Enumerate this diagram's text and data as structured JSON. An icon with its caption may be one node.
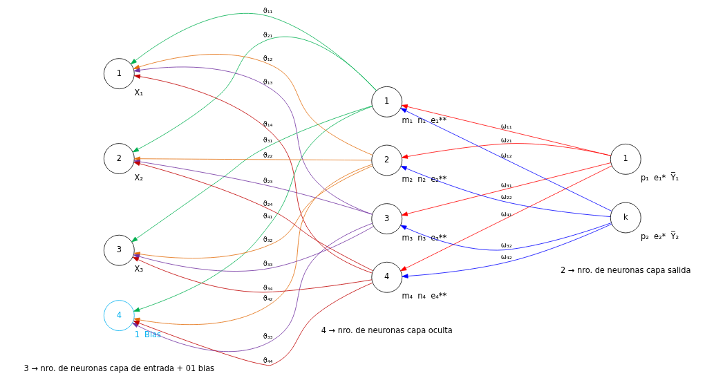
{
  "diagram": {
    "nodes": [
      {
        "text": [
          "1"
        ],
        "beside": [
          "X₁"
        ]
      },
      {
        "text": [
          "2"
        ],
        "beside": [
          "X₂"
        ]
      },
      {
        "text": [
          "3"
        ],
        "beside": [
          "X₃"
        ]
      },
      {
        "text": [
          "4"
        ],
        "beside": [
          "1",
          "Bias"
        ]
      },
      {
        "text": [
          "1"
        ],
        "beside": [
          "m₁",
          "n₁",
          "e₁**"
        ]
      },
      {
        "text": [
          "2"
        ],
        "beside": [
          "m₂",
          "n₂",
          "e₂**"
        ]
      },
      {
        "text": [
          "3"
        ],
        "beside": [
          "m₃",
          "n₃",
          "e₃**"
        ]
      },
      {
        "text": [
          "4"
        ],
        "beside": [
          "m₄",
          "n₄",
          "e₄**"
        ]
      },
      {
        "text": [
          "1"
        ],
        "beside": [
          "p₁",
          "e₁*",
          "Y̅₁"
        ]
      },
      {
        "text": [
          "k"
        ],
        "beside": [
          "p₂",
          "e₂*",
          "Y̅₂"
        ]
      }
    ],
    "edges": [
      {
        "from": 8,
        "to": 4,
        "arrow": "to",
        "label": "ω₁₁",
        "color": "#ff0000"
      },
      {
        "from": 8,
        "to": 5,
        "arrow": "to",
        "label": "ω₂₁",
        "color": "#ff0000"
      },
      {
        "from": 8,
        "to": 6,
        "arrow": "to",
        "label": "ω₃₁",
        "color": "#ff0000"
      },
      {
        "from": 8,
        "to": 7,
        "arrow": "to",
        "label": "ω₄₁",
        "color": "#ff0000"
      },
      {
        "from": 9,
        "to": 4,
        "arrow": "to",
        "label": "ω₁₂",
        "color": "#0000ff"
      },
      {
        "from": 9,
        "to": 5,
        "arrow": "to",
        "label": "ω₂₂",
        "color": "#0000ff"
      },
      {
        "from": 9,
        "to": 6,
        "arrow": "to",
        "label": "ω₃₂",
        "color": "#0000ff"
      },
      {
        "from": 9,
        "to": 7,
        "arrow": "to",
        "label": "ω₄₂",
        "color": "#0000ff"
      },
      {
        "from": 4,
        "to": 0,
        "arrow": "to",
        "label": "ϑ₁₁",
        "color": "#00b050"
      },
      {
        "from": 4,
        "to": 1,
        "arrow": "to",
        "label": "ϑ₂₁",
        "color": "#00b050"
      },
      {
        "from": 4,
        "to": 2,
        "arrow": "to",
        "label": "ϑ₃₁",
        "color": "#00b050"
      },
      {
        "from": 4,
        "to": 3,
        "arrow": "to",
        "label": "ϑ₄₁",
        "color": "#00b050"
      },
      {
        "from": 5,
        "to": 0,
        "arrow": "to",
        "label": "ϑ₁₂",
        "color": "#e36c0a"
      },
      {
        "from": 5,
        "to": 1,
        "arrow": "to",
        "label": "ϑ₂₂",
        "color": "#e36c0a"
      },
      {
        "from": 5,
        "to": 2,
        "arrow": "to",
        "label": "ϑ₃₂",
        "color": "#e36c0a"
      },
      {
        "from": 5,
        "to": 3,
        "arrow": "to",
        "label": "ϑ₄₂",
        "color": "#e36c0a"
      },
      {
        "from": 6,
        "to": 0,
        "arrow": "to",
        "label": "ϑ₁₃",
        "color": "#7030a0"
      },
      {
        "from": 6,
        "to": 1,
        "arrow": "to",
        "label": "ϑ₂₃",
        "color": "#7030a0"
      },
      {
        "from": 6,
        "to": 2,
        "arrow": "to",
        "label": "ϑ₃₃",
        "color": "#7030a0"
      },
      {
        "from": 6,
        "to": 3,
        "arrow": "to",
        "label": "ϑ₃₃",
        "color": "#7030a0"
      },
      {
        "from": 7,
        "to": 0,
        "arrow": "to",
        "label": "ϑ₁₄",
        "color": "#c00000"
      },
      {
        "from": 7,
        "to": 1,
        "arrow": "to",
        "label": "ϑ₂₄",
        "color": "#c00000"
      },
      {
        "from": 7,
        "to": 2,
        "arrow": "to",
        "label": "ϑ₃₄",
        "color": "#c00000"
      },
      {
        "from": 7,
        "to": 3,
        "arrow": "to",
        "label": "ϑ₄₄",
        "color": "#c00000"
      }
    ],
    "labels": [
      "4 → nro. de neuronas capa oculta",
      "2 → nro. de neuronas capa salida",
      "3 → nro. de neuronas capa de entrada + 01 bias"
    ]
  }
}
